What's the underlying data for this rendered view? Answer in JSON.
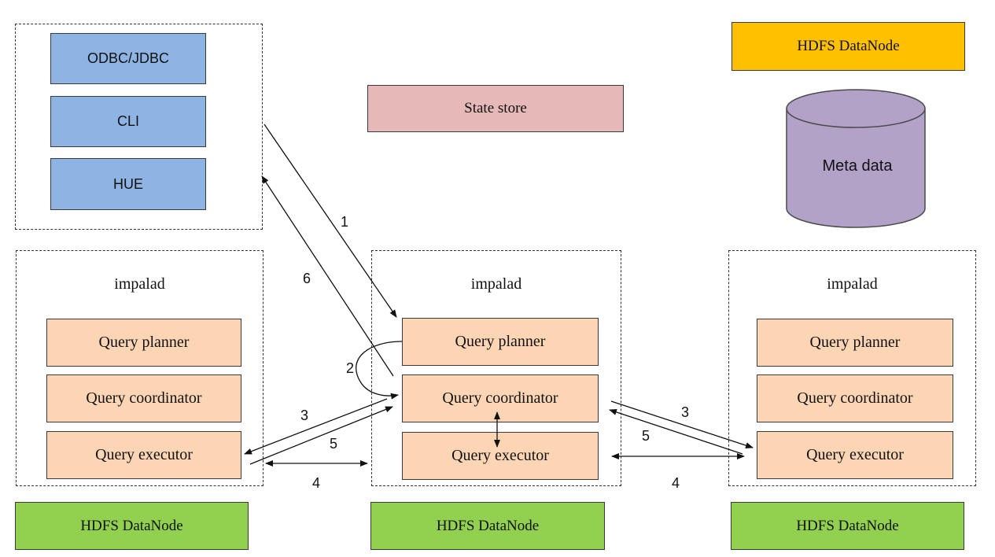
{
  "client": {
    "items": [
      "ODBC/JDBC",
      "CLI",
      "HUE"
    ]
  },
  "state_store": "State store",
  "datanode_top": "HDFS DataNode",
  "metadata": "Meta data",
  "impalad_left": {
    "title": "impalad",
    "items": [
      "Query planner",
      "Query coordinator",
      "Query executor"
    ]
  },
  "impalad_center": {
    "title": "impalad",
    "items": [
      "Query planner",
      "Query coordinator",
      "Query executor"
    ]
  },
  "impalad_right": {
    "title": "impalad",
    "items": [
      "Query planner",
      "Query coordinator",
      "Query executor"
    ]
  },
  "datanodes_bottom": [
    "HDFS DataNode",
    "HDFS DataNode",
    "HDFS DataNode"
  ],
  "step_labels": {
    "s1": "1",
    "s2": "2",
    "s3_left": "3",
    "s3_right": "3",
    "s4_left": "4",
    "s4_right": "4",
    "s5_left": "5",
    "s5_right": "5",
    "s6": "6"
  },
  "colors": {
    "client_fill": "#8eb4e3",
    "component_fill": "#fcd5b5",
    "datanode_fill": "#92d050",
    "top_datanode_fill": "#ffc000",
    "state_store_fill": "#e6b9b8",
    "metadata_fill": "#b3a2c7"
  }
}
